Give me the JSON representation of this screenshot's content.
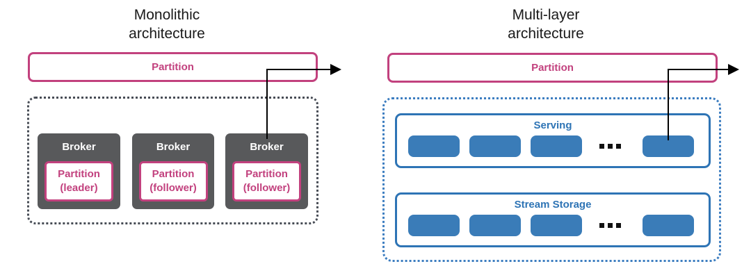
{
  "colors": {
    "pink": "#C2417E",
    "broker_gray": "#58595B",
    "dark_dots": "#474C55",
    "blue_border": "#2E74B5",
    "blue_fill": "#3A7CB8",
    "blue_dots": "#3C7DC0",
    "title_text": "#1A1A1A",
    "arrow": "#000000"
  },
  "left_panel": {
    "title": "Monolithic\narchitecture",
    "partition_label": "Partition",
    "brokers": [
      {
        "label": "Broker",
        "partition_label": "Partition\n(leader)"
      },
      {
        "label": "Broker",
        "partition_label": "Partition\n(follower)"
      },
      {
        "label": "Broker",
        "partition_label": "Partition\n(follower)"
      }
    ]
  },
  "right_panel": {
    "title": "Multi-layer\narchitecture",
    "partition_label": "Partition",
    "layers": [
      {
        "label": "Serving",
        "node_count": 4,
        "ellipsis": "..."
      },
      {
        "label": "Stream Storage",
        "node_count": 4,
        "ellipsis": "..."
      }
    ]
  }
}
